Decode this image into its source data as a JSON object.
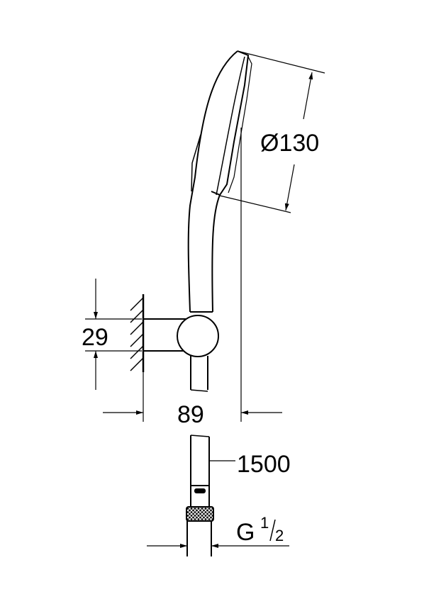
{
  "diagram": {
    "type": "technical-dimension-drawing",
    "subject": "hand shower set with wall holder and hose",
    "colors": {
      "line": "#000000",
      "background": "#ffffff"
    },
    "dimensions": {
      "head_diameter": "Ø130",
      "holder_height": "29",
      "projection": "89",
      "hose_length": "1500",
      "thread_prefix": "G",
      "thread_num": "1",
      "thread_den": "2"
    }
  }
}
